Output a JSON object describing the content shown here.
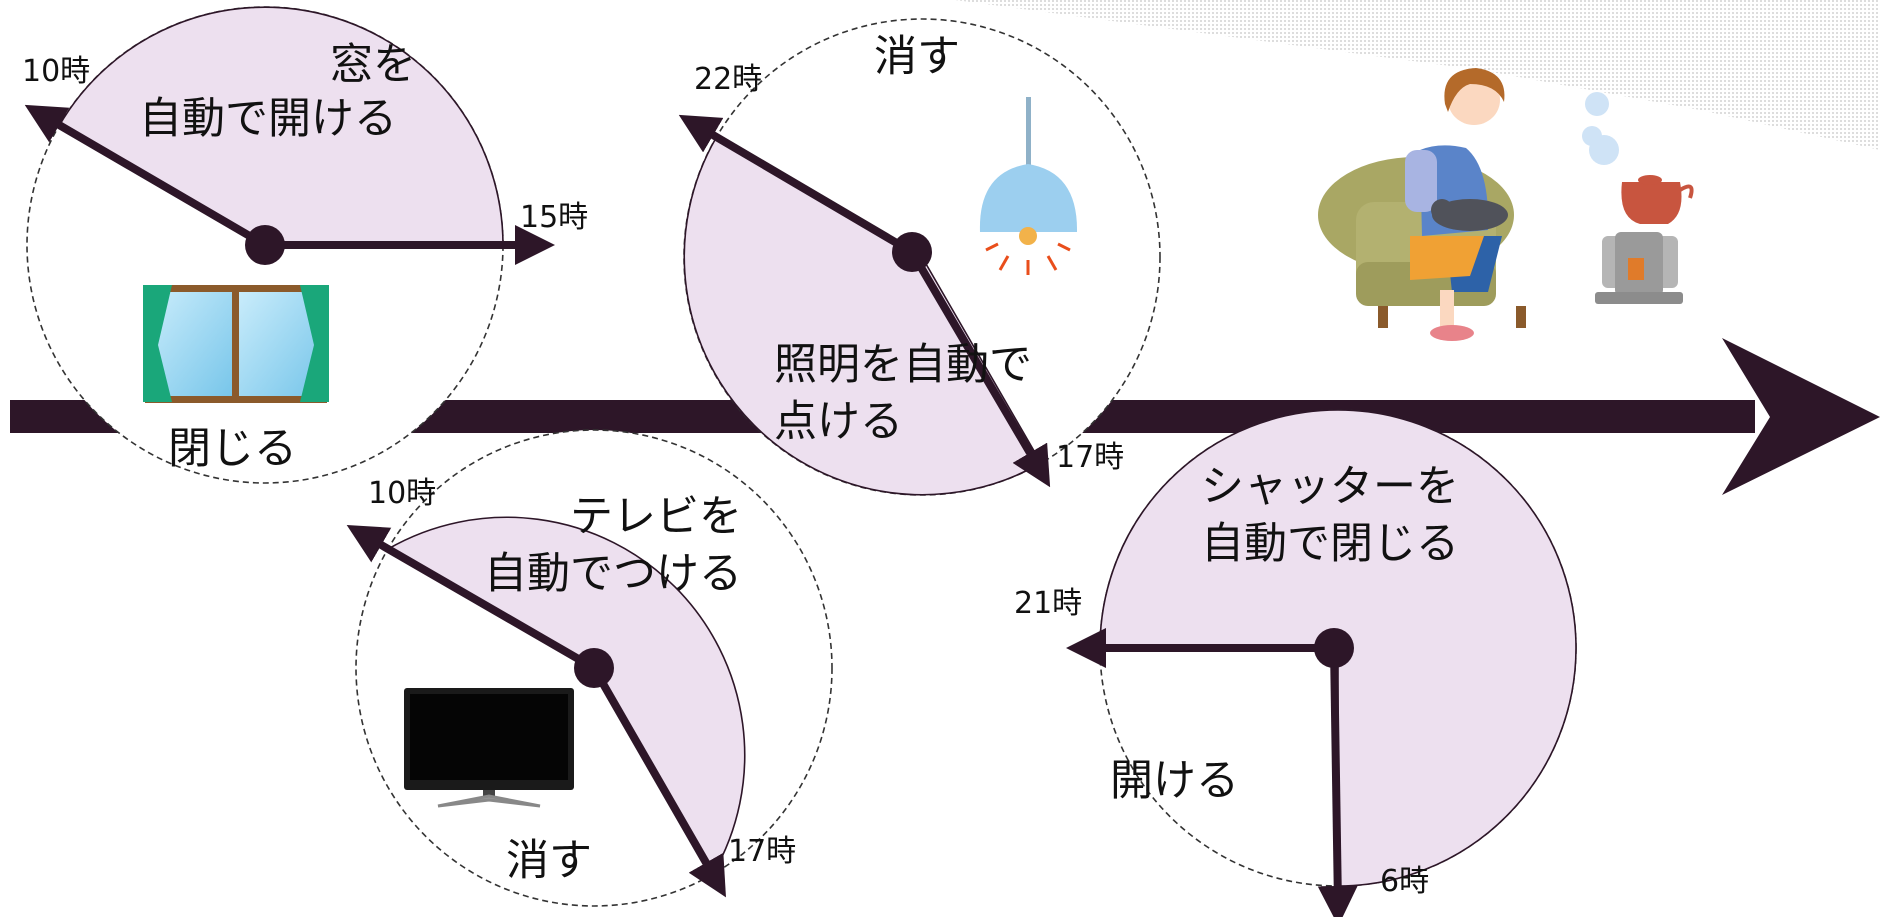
{
  "clocks": {
    "window": {
      "action_on": [
        "窓を",
        "自動で開ける"
      ],
      "action_off": "閉じる",
      "time_start": "10時",
      "time_end": "15時",
      "icon": "window-icon"
    },
    "lighting": {
      "action_on": [
        "照明を自動で",
        "点ける"
      ],
      "action_off": "消す",
      "time_start": "17時",
      "time_end": "22時",
      "icon": "pendant-lamp-icon"
    },
    "tv": {
      "action_on": [
        "テレビを",
        "自動でつける"
      ],
      "action_off": "消す",
      "time_start": "10時",
      "time_end": "17時",
      "icon": "television-icon"
    },
    "shutter": {
      "action_on": [
        "シャッターを",
        "自動で閉じる"
      ],
      "action_off": "開ける",
      "time_start": "21時",
      "time_end": "6時",
      "icon": "shutter-icon"
    }
  },
  "illustration": "woman-relaxing-with-cat-and-stove",
  "colors": {
    "timeline": "#2d1628",
    "sector_fill": "#ede0ef",
    "hand": "#2d1628",
    "dash": "#333333"
  }
}
